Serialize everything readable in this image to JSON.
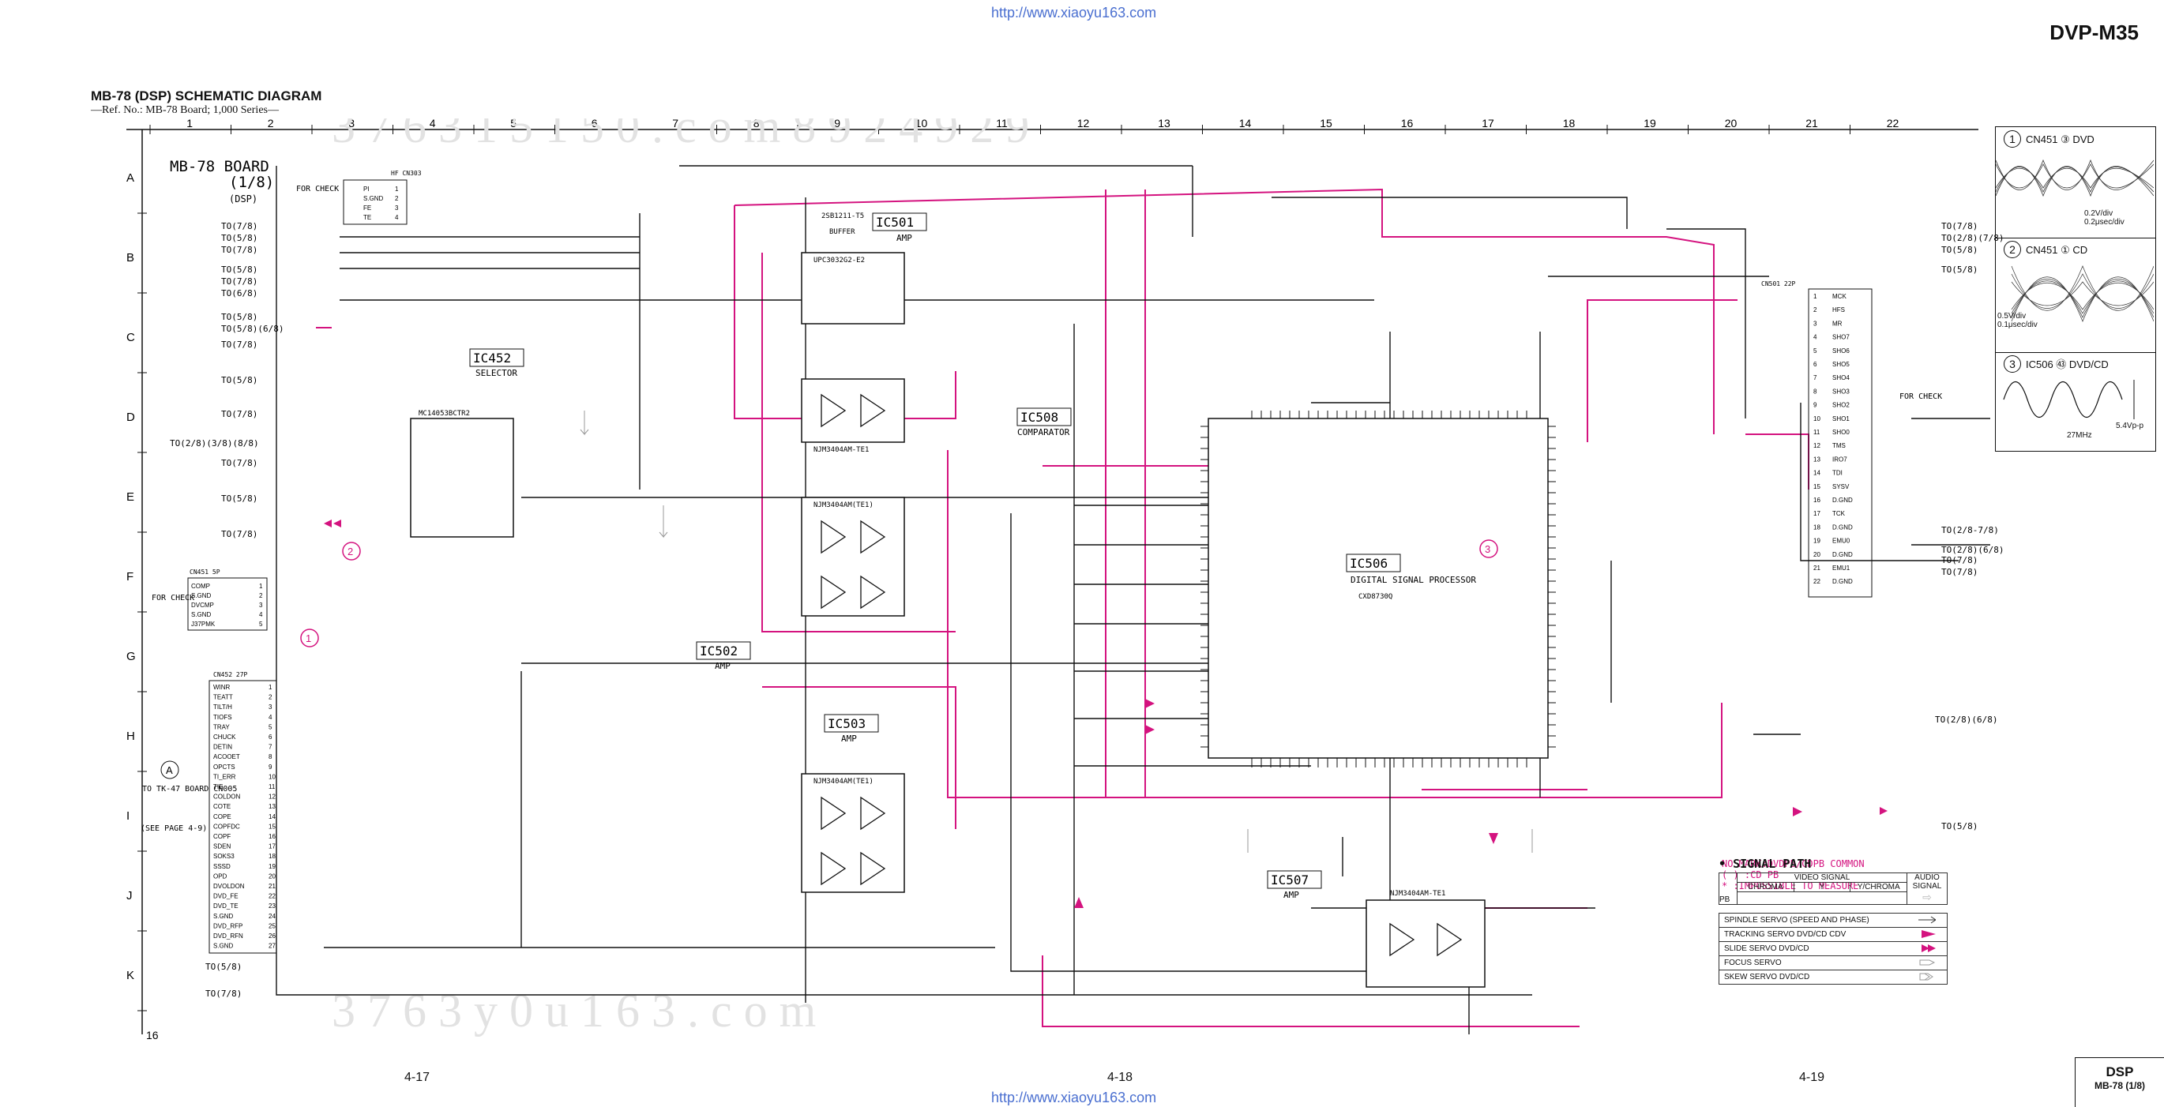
{
  "header": {
    "url_top": "http://www.xiaoyu163.com",
    "url_bottom": "http://www.xiaoyu163.com",
    "model": "DVP-M35",
    "title": "MB-78 (DSP) SCHEMATIC DIAGRAM",
    "subtitle": "—Ref. No.: MB-78 Board; 1,000 Series—"
  },
  "grid": {
    "columns": [
      "1",
      "2",
      "3",
      "4",
      "5",
      "6",
      "7",
      "8",
      "9",
      "10",
      "11",
      "12",
      "13",
      "14",
      "15",
      "16",
      "17",
      "18",
      "19",
      "20",
      "21",
      "22"
    ],
    "rows": [
      "A",
      "B",
      "C",
      "D",
      "E",
      "F",
      "G",
      "H",
      "I",
      "J",
      "K"
    ]
  },
  "board": {
    "name": "MB-78 BOARD",
    "part": "(1/8)",
    "sub": "(DSP)"
  },
  "ics": [
    {
      "ref": "IC501",
      "func": "AMP"
    },
    {
      "ref": "IC452",
      "func": "SELECTOR"
    },
    {
      "ref": "IC508",
      "func": "COMPARATOR"
    },
    {
      "ref": "IC502",
      "func": "AMP"
    },
    {
      "ref": "IC503",
      "func": "AMP"
    },
    {
      "ref": "IC506",
      "func": "DIGITAL SIGNAL PROCESSOR"
    },
    {
      "ref": "IC507",
      "func": "AMP"
    }
  ],
  "ic_parts": {
    "ic501": "UPC3032G2-E2",
    "ic452": "MC14053BCTR2",
    "ic508": "NJM3404AM-TE1",
    "ic502": "NJM3404AM(TE1)",
    "ic503": "NJM3404AM(TE1)",
    "ic506": "CXD8730Q",
    "ic507": "NJM3404AM-TE1",
    "q501": "2SB1211-T5",
    "q501_func": "BUFFER"
  },
  "connectors": {
    "cn303": "HF CN303",
    "cn451": "CN451  5P",
    "cn452": "CN452  27P",
    "cn501": "CN501  22P"
  },
  "for_check": "FOR CHECK",
  "left_to_labels": [
    "TO(7/8)",
    "TO(5/8)",
    "TO(7/8)",
    "TO(5/8)",
    "TO(7/8)",
    "TO(6/8)",
    "TO(5/8)",
    "TO(5/8)(6/8)",
    "TO(7/8)",
    "TO(5/8)",
    "TO(7/8)",
    "TO(2/8)(3/8)(8/8)",
    "TO(7/8)",
    "TO(5/8)",
    "TO(7/8)",
    "TO(5/8)",
    "TO(7/8)"
  ],
  "right_to_labels": [
    "TO(7/8)",
    "TO(2/8)(7/8)",
    "TO(5/8)",
    "TO(5/8)",
    "TO(2/8-7/8)",
    "TO(2/8)(6/8)",
    "TO(7/8)",
    "TO(7/8)",
    "TO(2/8)(6/8)",
    "TO(5/8)"
  ],
  "tk47": {
    "title": "TO TK-47 BOARD CN005",
    "page": "(SEE PAGE 4-9)",
    "badge": "A"
  },
  "cn303_pins": [
    "PI",
    "S.GND",
    "FE",
    "TE"
  ],
  "cn451_pins": [
    "COMP",
    "S.GND",
    "DVCMP",
    "S.GND",
    "J37PMK"
  ],
  "cn452_pins": [
    "WINR",
    "TEATT",
    "TILT/H",
    "TIOFS",
    "TRAY",
    "CHUCK",
    "DETIN",
    "ACOOET",
    "OPCTS",
    "TI_ERR",
    "TIE",
    "COLDON",
    "COTE",
    "COPE",
    "COPFDC",
    "COPF",
    "SDEN",
    "SOKS3",
    "SSSD",
    "OPD",
    "DVOLDON",
    "DVD_FE",
    "DVD_TE",
    "S.GND",
    "DVD_RFP",
    "DVD_RFN",
    "S.GND"
  ],
  "cn501_pins": [
    "MCK",
    "HFS",
    "MR",
    "SHO7",
    "SHO6",
    "SHO5",
    "SHO4",
    "SHO3",
    "SHO2",
    "SHO1",
    "SHO0",
    "TMS",
    "IRO7",
    "TDI",
    "SYSV",
    "D.GND",
    "TCK",
    "D.GND",
    "EMU0",
    "D.GND",
    "EMU1",
    "D.GND"
  ],
  "notes": [
    "NO MARK:DVDPB/CDPB COMMON",
    "( ) :CD PB",
    "* :IMPOSSIBLE TO MEASURE"
  ],
  "signal_path": {
    "title": "SIGNAL PATH",
    "video": "VIDEO SIGNAL",
    "audio": "AUDIO SIGNAL",
    "cols": [
      "CHROMA",
      "Y",
      "Y/CHROMA"
    ],
    "pb": "PB",
    "rows": [
      "SPINDLE SERVO (SPEED AND PHASE)",
      "TRACKING SERVO DVD/CD CDV",
      "SLIDE SERVO DVD/CD",
      "FOCUS SERVO",
      "SKEW SERVO DVD/CD"
    ]
  },
  "waveforms": [
    {
      "num": "1",
      "label": "CN451 ③ DVD",
      "scale": "0.2V/div\n0.2μsec/div"
    },
    {
      "num": "2",
      "label": "CN451 ① CD",
      "scale": "0.5V/div\n0.1μsec/div"
    },
    {
      "num": "3",
      "label": "IC506 ㊸ DVD/CD",
      "freq": "27MHz",
      "vpp": "5.4Vp-p"
    }
  ],
  "pages": [
    "4-17",
    "4-18",
    "4-19"
  ],
  "sheet_number": "16",
  "footer_box": {
    "line1": "DSP",
    "line2": "MB-78 (1/8)"
  },
  "colors": {
    "signal": "#d4137f",
    "ink": "#111111",
    "url": "#4a6fd0",
    "watermark": "#c9c9c9"
  }
}
